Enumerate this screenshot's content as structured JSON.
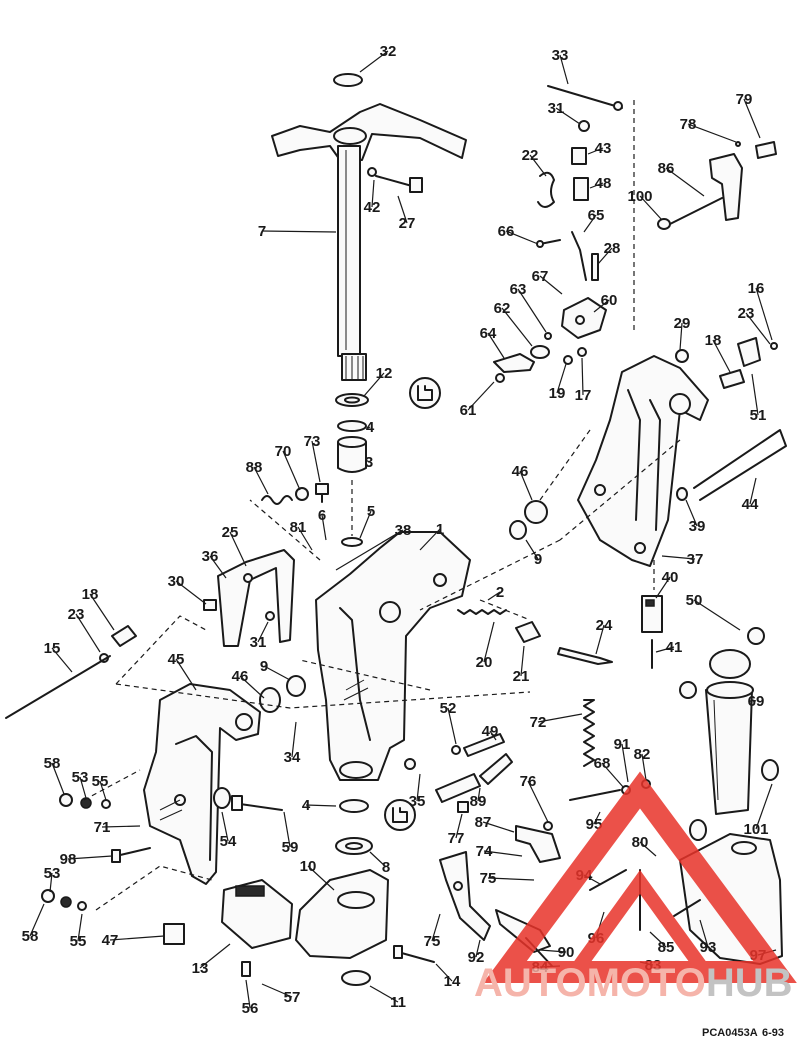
{
  "callouts": [
    {
      "label": "32"
    },
    {
      "label": "7"
    },
    {
      "label": "42"
    },
    {
      "label": "27"
    },
    {
      "label": "12"
    },
    {
      "label": "4"
    },
    {
      "label": "3"
    },
    {
      "label": "88"
    },
    {
      "label": "70"
    },
    {
      "label": "73"
    },
    {
      "label": "5"
    },
    {
      "label": "6"
    },
    {
      "label": "81"
    },
    {
      "label": "38"
    },
    {
      "label": "1"
    },
    {
      "label": "25"
    },
    {
      "label": "36"
    },
    {
      "label": "30"
    },
    {
      "label": "18"
    },
    {
      "label": "23"
    },
    {
      "label": "15"
    },
    {
      "label": "31"
    },
    {
      "label": "45"
    },
    {
      "label": "46"
    },
    {
      "label": "9"
    },
    {
      "label": "34"
    },
    {
      "label": "2"
    },
    {
      "label": "20"
    },
    {
      "label": "21"
    },
    {
      "label": "24"
    },
    {
      "label": "33"
    },
    {
      "label": "31"
    },
    {
      "label": "43"
    },
    {
      "label": "22"
    },
    {
      "label": "48"
    },
    {
      "label": "65"
    },
    {
      "label": "66"
    },
    {
      "label": "28"
    },
    {
      "label": "67"
    },
    {
      "label": "63"
    },
    {
      "label": "60"
    },
    {
      "label": "62"
    },
    {
      "label": "64"
    },
    {
      "label": "61"
    },
    {
      "label": "19"
    },
    {
      "label": "17"
    },
    {
      "label": "79"
    },
    {
      "label": "78"
    },
    {
      "label": "86"
    },
    {
      "label": "100"
    },
    {
      "label": "16"
    },
    {
      "label": "23"
    },
    {
      "label": "29"
    },
    {
      "label": "18"
    },
    {
      "label": "51"
    },
    {
      "label": "44"
    },
    {
      "label": "39"
    },
    {
      "label": "37"
    },
    {
      "label": "46"
    },
    {
      "label": "9"
    },
    {
      "label": "40"
    },
    {
      "label": "41"
    },
    {
      "label": "50"
    },
    {
      "label": "69"
    },
    {
      "label": "101"
    },
    {
      "label": "58"
    },
    {
      "label": "53"
    },
    {
      "label": "55"
    },
    {
      "label": "71"
    },
    {
      "label": "54"
    },
    {
      "label": "59"
    },
    {
      "label": "98"
    },
    {
      "label": "53"
    },
    {
      "label": "58"
    },
    {
      "label": "55"
    },
    {
      "label": "47"
    },
    {
      "label": "13"
    },
    {
      "label": "56"
    },
    {
      "label": "57"
    },
    {
      "label": "10"
    },
    {
      "label": "4"
    },
    {
      "label": "8"
    },
    {
      "label": "11"
    },
    {
      "label": "14"
    },
    {
      "label": "52"
    },
    {
      "label": "49"
    },
    {
      "label": "72"
    },
    {
      "label": "35"
    },
    {
      "label": "89"
    },
    {
      "label": "77"
    },
    {
      "label": "76"
    },
    {
      "label": "87"
    },
    {
      "label": "74"
    },
    {
      "label": "75"
    },
    {
      "label": "75"
    },
    {
      "label": "92"
    },
    {
      "label": "68"
    },
    {
      "label": "91"
    },
    {
      "label": "82"
    },
    {
      "label": "95"
    },
    {
      "label": "80"
    },
    {
      "label": "94"
    },
    {
      "label": "96"
    },
    {
      "label": "90"
    },
    {
      "label": "84"
    },
    {
      "label": "83"
    },
    {
      "label": "85"
    },
    {
      "label": "93"
    },
    {
      "label": "97"
    }
  ],
  "watermark": {
    "part1": "AUTOMOTO",
    "part2": "HUB",
    "color1": "#f4a79c",
    "color2": "#b9b9b9"
  },
  "footer": {
    "figure_code": "PCA0453A",
    "date_code": "6-93"
  },
  "colors": {
    "line": "#1a1a1a",
    "watermark_red": "#e8332a",
    "watermark_tint": "#f4a79c",
    "watermark_grey": "#b9b9b9"
  }
}
